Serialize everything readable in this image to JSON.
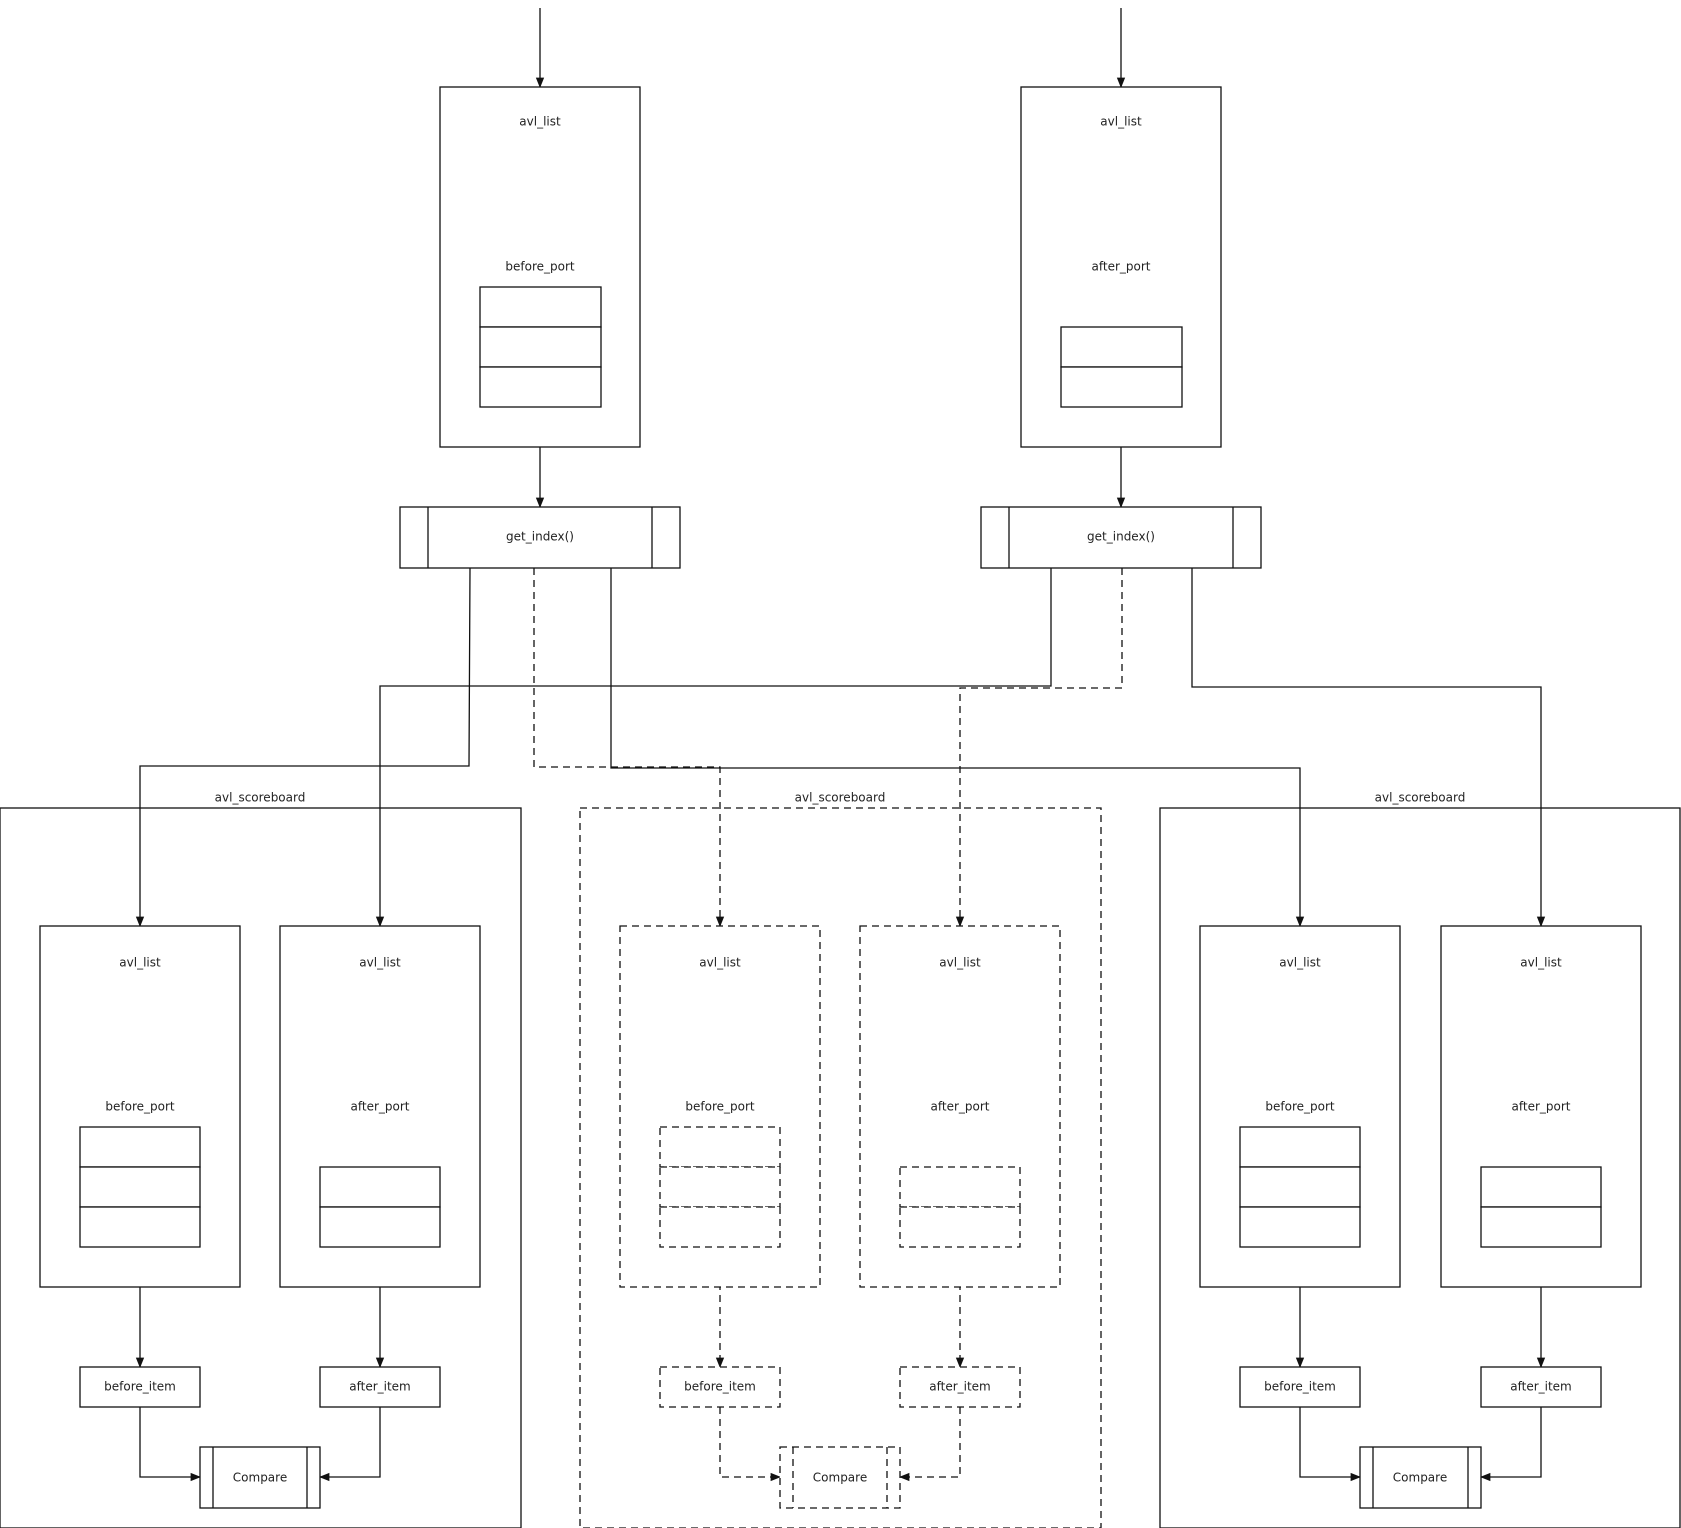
{
  "top": {
    "left": {
      "list_label": "avl_list",
      "port_label": "before_port",
      "func_label": "get_index()"
    },
    "right": {
      "list_label": "avl_list",
      "port_label": "after_port",
      "func_label": "get_index()"
    }
  },
  "scoreboards": [
    {
      "title": "avl_scoreboard",
      "left_list": "avl_list",
      "left_port": "before_port",
      "left_item": "before_item",
      "right_list": "avl_list",
      "right_port": "after_port",
      "right_item": "after_item",
      "compare": "Compare"
    },
    {
      "title": "avl_scoreboard",
      "left_list": "avl_list",
      "left_port": "before_port",
      "left_item": "before_item",
      "right_list": "avl_list",
      "right_port": "after_port",
      "right_item": "after_item",
      "compare": "Compare"
    },
    {
      "title": "avl_scoreboard",
      "left_list": "avl_list",
      "left_port": "before_port",
      "left_item": "before_item",
      "right_list": "avl_list",
      "right_port": "after_port",
      "right_item": "after_item",
      "compare": "Compare"
    }
  ]
}
